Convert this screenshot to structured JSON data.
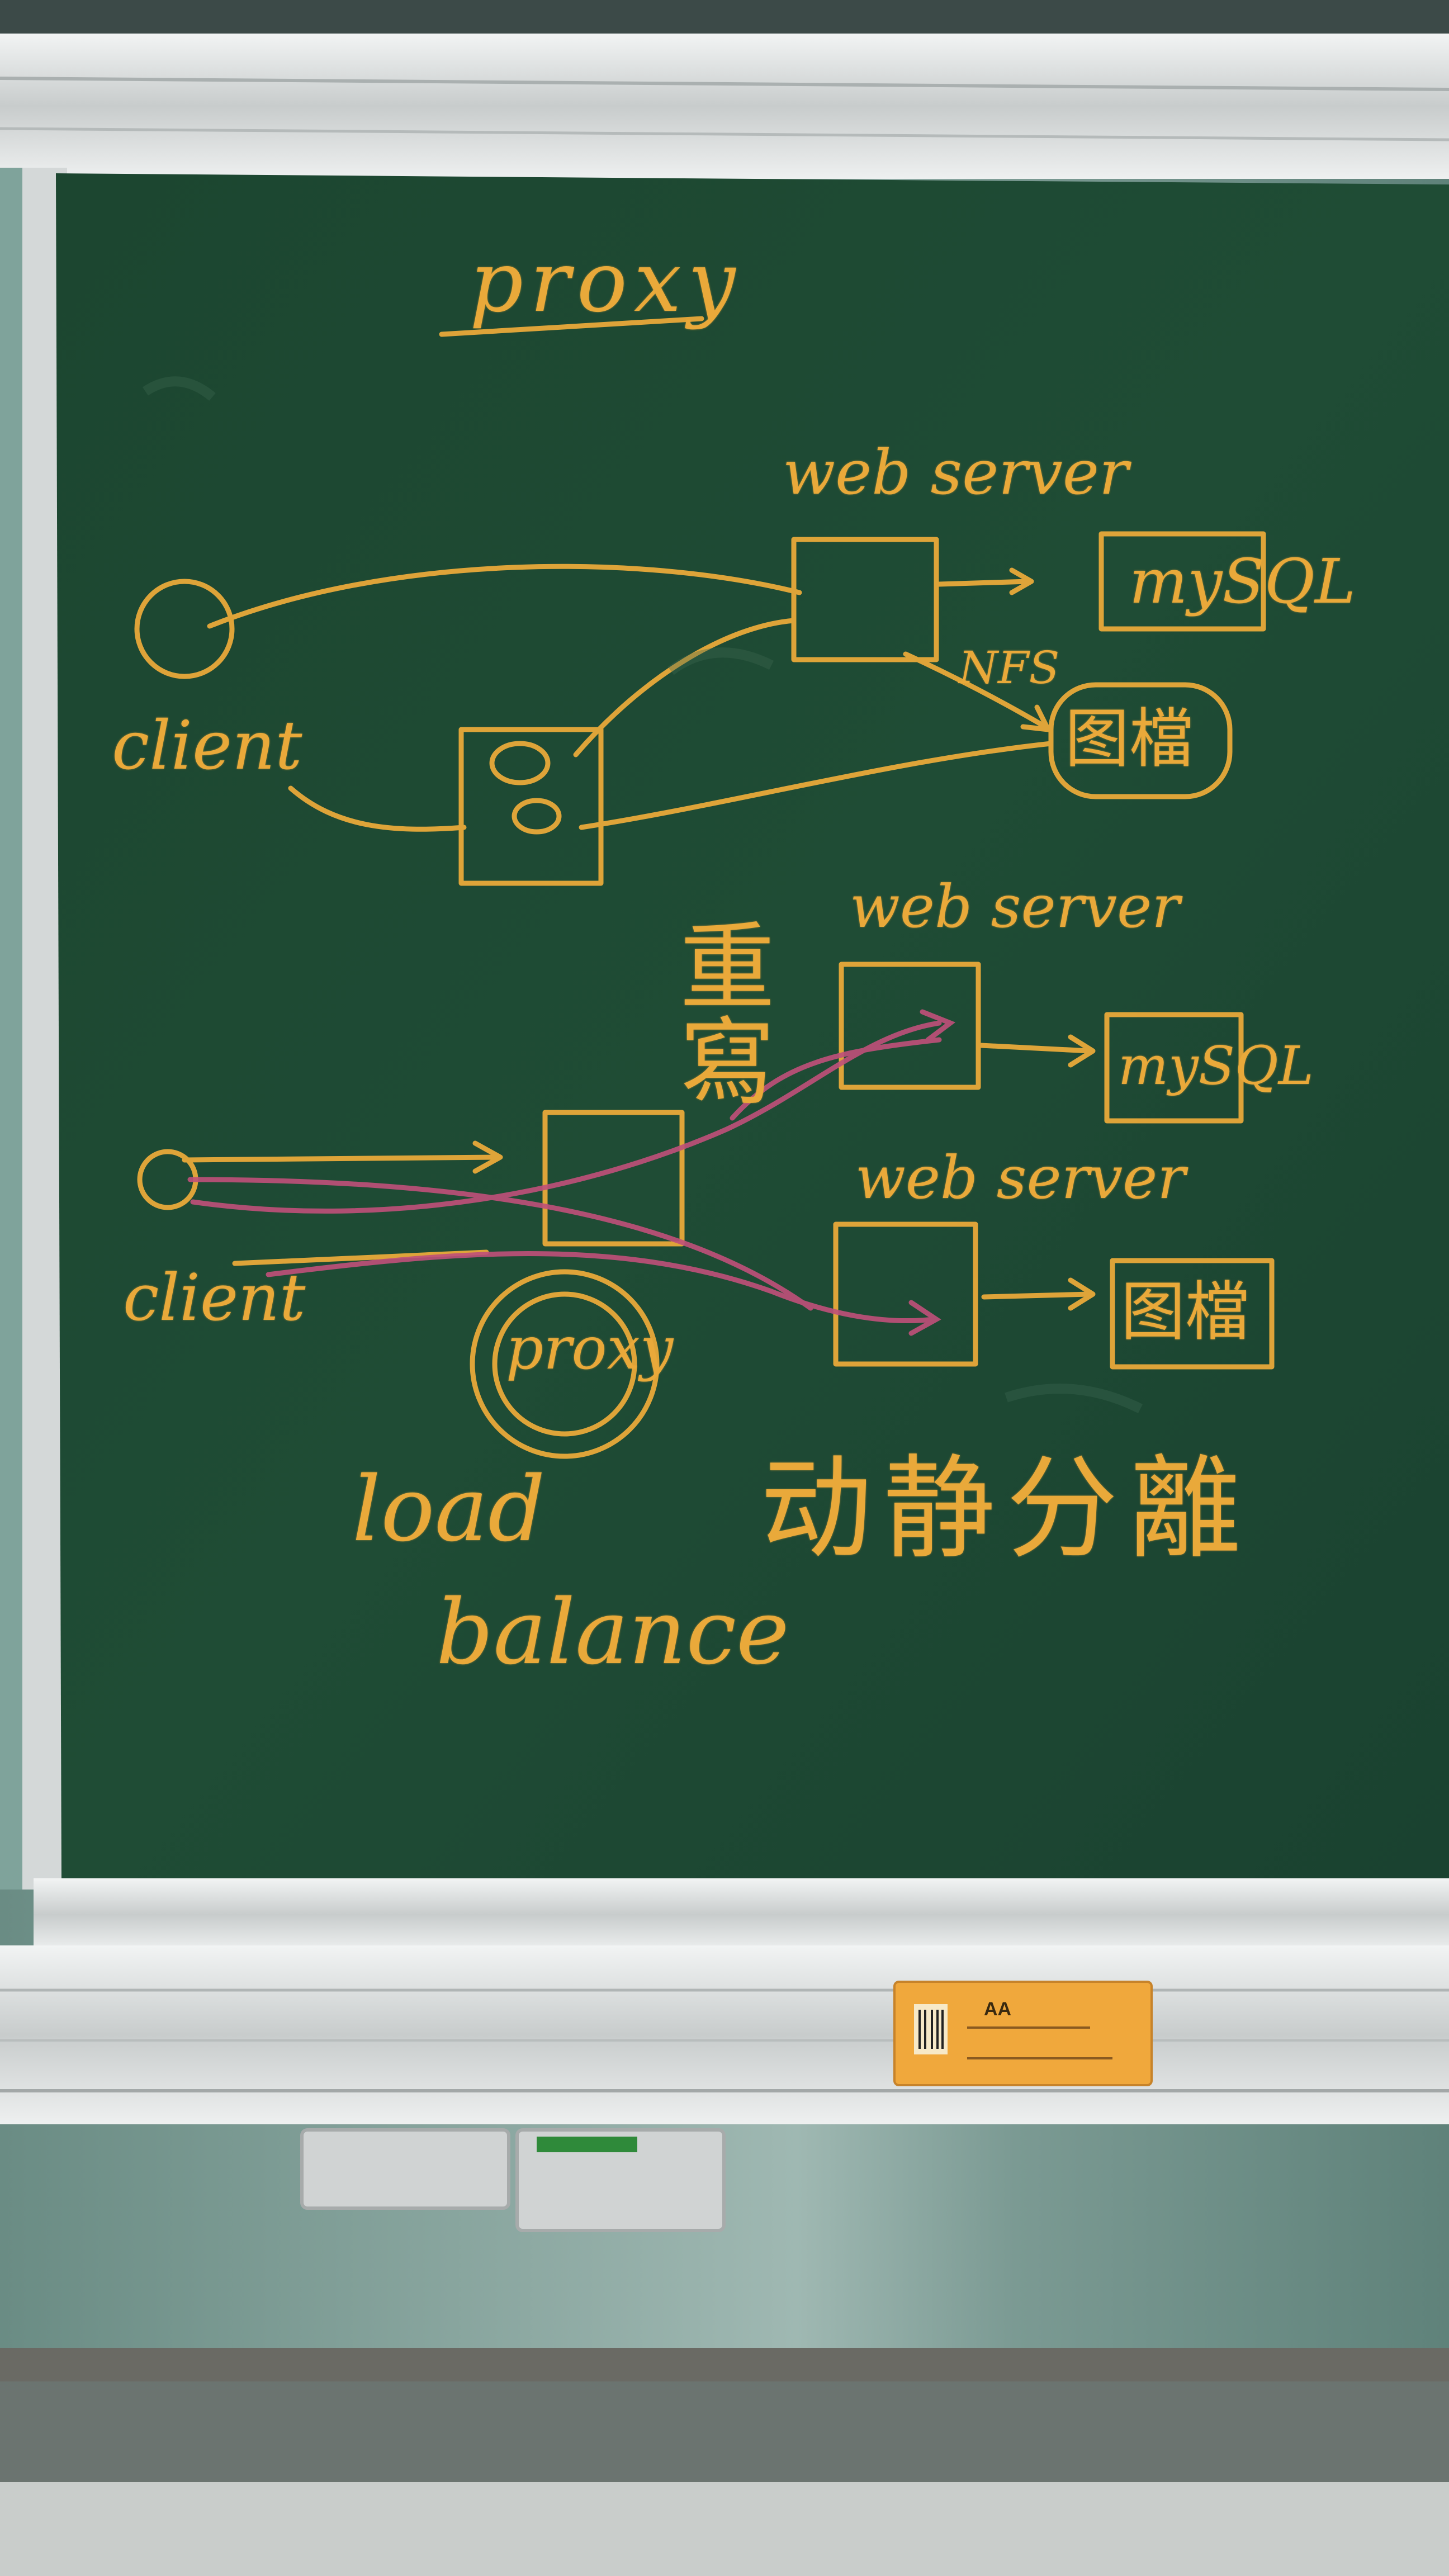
{
  "board": {
    "title": "proxy",
    "upper_diagram": {
      "web_server_label": "web server",
      "client_label": "client",
      "mysql_label": "mySQL",
      "nfs_label": "NFS",
      "image_store_label": "图檔"
    },
    "lower_diagram": {
      "web_server_label_top": "web server",
      "web_server_label_bottom": "web server",
      "mysql_label": "mySQL",
      "image_store_label": "图檔",
      "client_label": "client",
      "proxy_label": "proxy",
      "rewrite_label": "重寫",
      "load_balance_label_line1": "load",
      "load_balance_label_line2": "balance",
      "separation_label": "动静分離"
    },
    "tag": {
      "text": "AA"
    }
  },
  "colors": {
    "board": "#1e4a33",
    "chalk_orange": "#e9a93a",
    "chalk_pink": "#c0507a",
    "frame": "#d9dcdc",
    "wall": "#6f8f88"
  }
}
